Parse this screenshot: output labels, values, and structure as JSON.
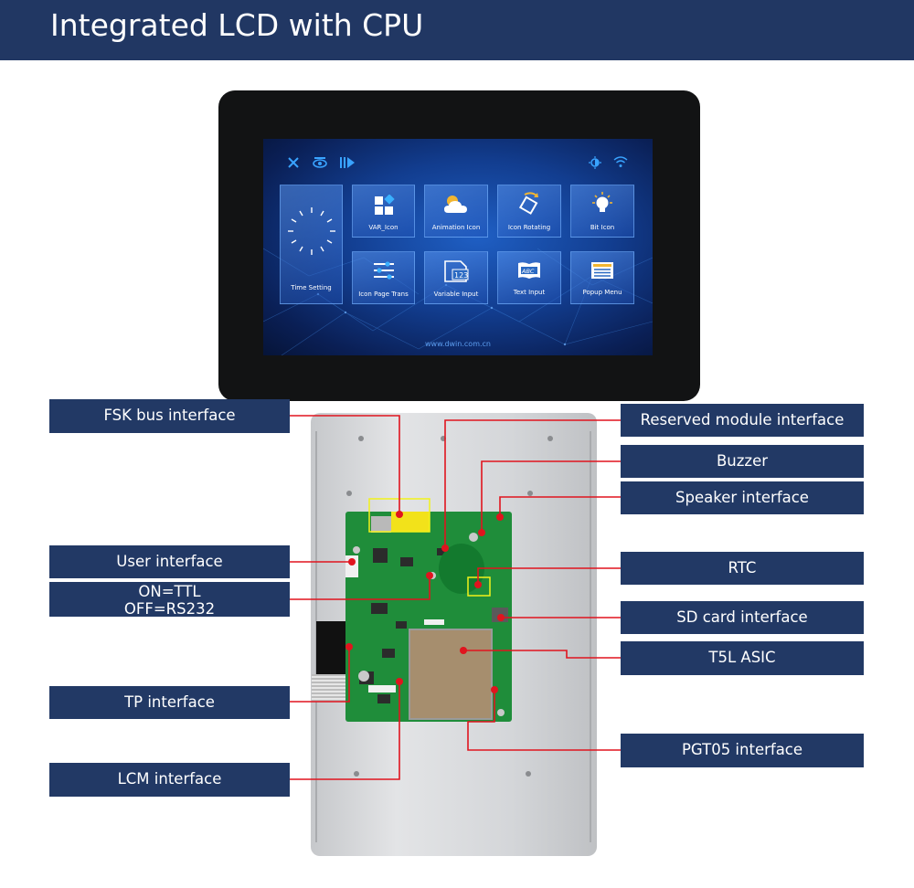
{
  "header": {
    "title": "Integrated LCD with CPU"
  },
  "screen": {
    "tiles": [
      {
        "label": "Time Setting",
        "icon": "clock-icon"
      },
      {
        "label": "VAR_Icon",
        "icon": "var-icon"
      },
      {
        "label": "Animation Icon",
        "icon": "cloud-sun-icon"
      },
      {
        "label": "Icon Rotating",
        "icon": "rotate-icon"
      },
      {
        "label": "Bit Icon",
        "icon": "bulb-icon"
      },
      {
        "label": "Icon Page Trans",
        "icon": "sliders-icon"
      },
      {
        "label": "Variable Input",
        "icon": "number-input-icon"
      },
      {
        "label": "Text Input",
        "icon": "text-input-icon"
      },
      {
        "label": "Popup Menu",
        "icon": "menu-icon"
      }
    ],
    "status_icons": [
      "tools-icon",
      "eye-icon",
      "play-icon",
      "brightness-icon",
      "wifi-icon"
    ],
    "url": "www.dwin.com.cn"
  },
  "labels": {
    "fsk": "FSK bus interface",
    "user": "User interface",
    "on_ttl": "ON=TTL",
    "off_rs232": "OFF=RS232",
    "tp": "TP interface",
    "lcm": "LCM interface",
    "reserved": "Reserved module interface",
    "buzzer": "Buzzer",
    "speaker": "Speaker interface",
    "rtc": "RTC",
    "sd": "SD card interface",
    "t5l": "T5L ASIC",
    "pgt05": "PGT05 interface"
  },
  "colors": {
    "header_bg": "#213763",
    "label_bg": "#223965",
    "leader_line": "#e0141e",
    "highlight": "#f2f21a"
  }
}
